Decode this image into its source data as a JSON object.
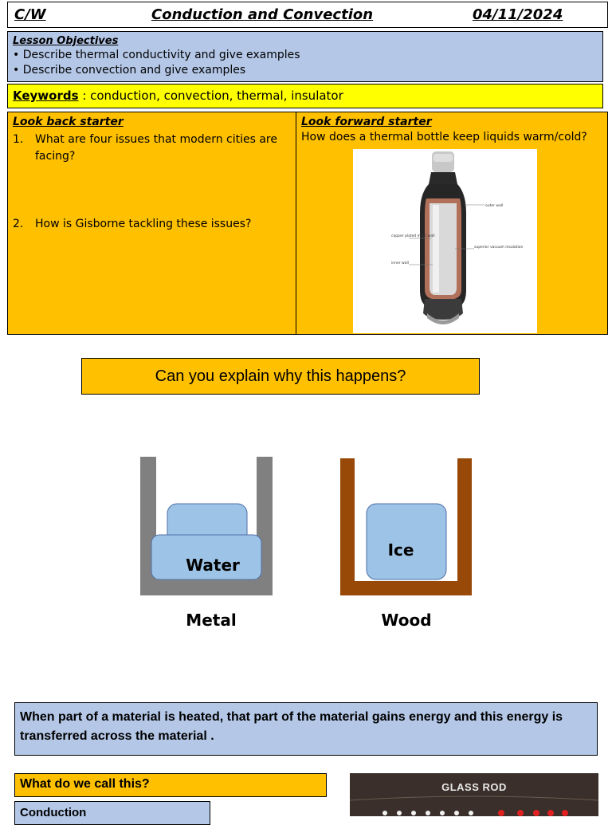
{
  "header": {
    "cw": "C/W",
    "title": "Conduction and Convection",
    "date": "04/11/2024"
  },
  "objectives": {
    "heading": "Lesson Objectives",
    "items": [
      "• Describe thermal conductivity and give examples",
      "• Describe convection and give examples"
    ]
  },
  "keywords": {
    "label": "Keywords",
    "text": " : conduction, convection, thermal, insulator"
  },
  "look_back": {
    "heading": "Look back starter ",
    "q1_num": "1.",
    "q1": "What are four issues that modern cities are facing?",
    "q2_num": "2.",
    "q2": "How is Gisborne tackling these issues?"
  },
  "look_forward": {
    "heading": "Look forward starter",
    "question": "How does a thermal bottle keep liquids warm/cold?",
    "bottle_labels": [
      "outer wall",
      "copper plated inner wall",
      "inner wall",
      "superior vacuum insulation"
    ]
  },
  "explain_prompt": "Can you explain why this happens?",
  "diagram": {
    "left_container": "Metal",
    "left_content": "Water",
    "right_container": "Wood",
    "right_content": "Ice",
    "colors": {
      "metal": "#808080",
      "wood": "#984807",
      "ice": "#9dc3e6"
    }
  },
  "definition": "When part of a material is heated, that part of the material gains energy and this energy is transferred across the material .",
  "question": "What do we call this?",
  "answer": "Conduction",
  "glass_rod_label": "GLASS ROD"
}
